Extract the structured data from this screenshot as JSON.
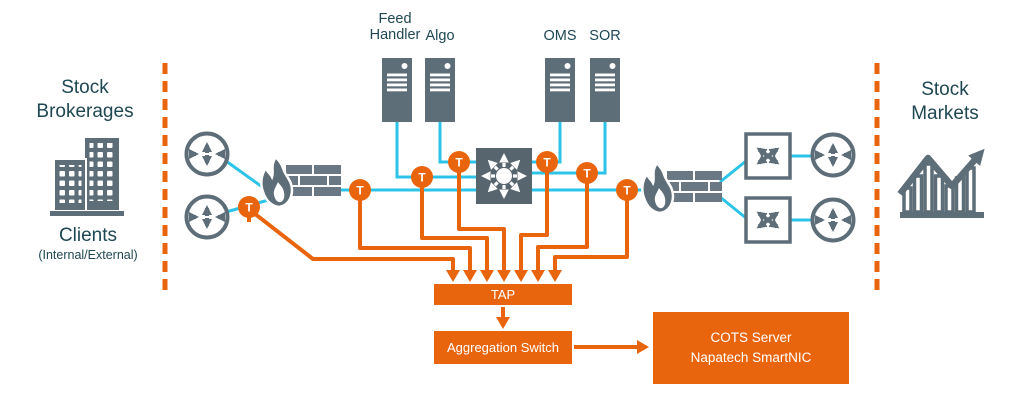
{
  "left_panel": {
    "title": "Stock Brokerages",
    "clients_label": "Clients",
    "clients_sublabel": "(Internal/External)"
  },
  "right_panel": {
    "title": "Stock Markets"
  },
  "server_labels": {
    "feed_handler": "Feed Handler",
    "algo": "Algo",
    "oms": "OMS",
    "sor": "SOR"
  },
  "tap_marker": "T",
  "bottom": {
    "tap": "TAP",
    "aggregation_switch": "Aggregation Switch",
    "cots_line1": "COTS Server",
    "cots_line2": "Napatech SmartNIC"
  },
  "colors": {
    "orange": "#E8650D",
    "cyan": "#2BC4E8",
    "icon_gray": "#5E6E78",
    "brick_gray": "#6A7883",
    "switch_dark": "#57656F",
    "text_dark": "#1E4751"
  }
}
